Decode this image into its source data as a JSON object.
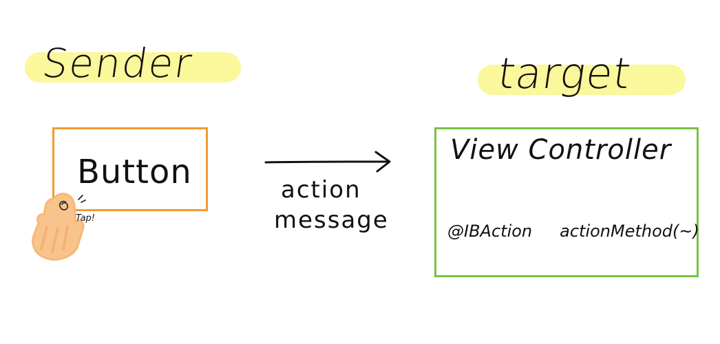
{
  "sender": {
    "heading": "Sender",
    "button_label": "Button",
    "tap_label": "Tap!"
  },
  "arrow": {
    "caption_line1": "action",
    "caption_line2": "message"
  },
  "target": {
    "heading": "target",
    "title": "View Controller",
    "method_attribute": "@IBAction",
    "method_name": "actionMethod(~)"
  },
  "colors": {
    "highlight": "#fbf79b",
    "sender_border": "#f29a2e",
    "target_border": "#7ac142",
    "finger": "#f9c48c",
    "ink": "#111111"
  },
  "icons": {
    "finger": "tapping-finger-icon",
    "arrow": "right-arrow-icon"
  }
}
